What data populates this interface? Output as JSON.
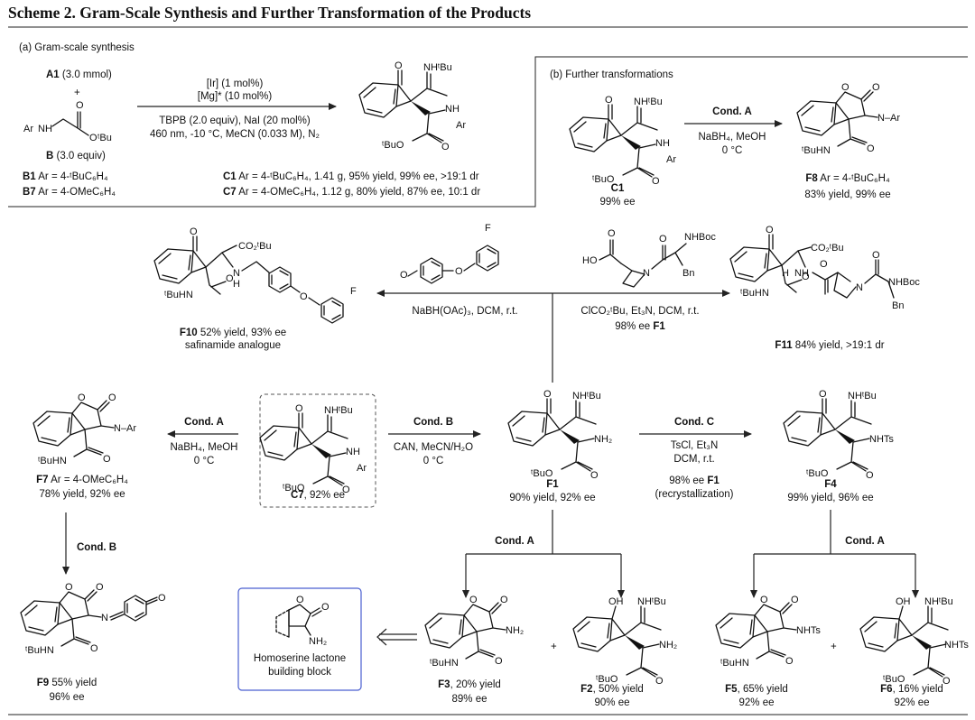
{
  "scheme_title": "Scheme 2. Gram-Scale Synthesis and Further Transformation of the Products",
  "panel_a": {
    "heading": "(a) Gram-scale synthesis",
    "reagent_A1": {
      "id": "A1",
      "amount": " (3.0 mmol)"
    },
    "plus": "+",
    "reagent_B": {
      "id": "B",
      "amount": " (3.0 equiv)"
    },
    "conditions_above": [
      "[Ir] (1 mol%)",
      "[Mg]* (10 mol%)"
    ],
    "conditions_below": [
      "TBPB (2.0 equiv), NaI (20 mol%)",
      "460 nm, -10 °C, MeCN (0.033 M), N₂"
    ],
    "substrates": [
      {
        "id": "B1",
        "text": " Ar = 4-ᵗBuC₆H₄"
      },
      {
        "id": "B7",
        "text": " Ar = 4-OMeC₆H₄"
      }
    ],
    "products": [
      {
        "id": "C1",
        "text": " Ar = 4-ᵗBuC₆H₄, 1.41 g, 95% yield, 99% ee, >19:1 dr"
      },
      {
        "id": "C7",
        "text": " Ar = 4-OMeC₆H₄, 1.12 g, 80% yield, 87% ee, 10:1 dr"
      }
    ]
  },
  "panel_b": {
    "heading": "(b) Further transformations",
    "start": {
      "id": "C1",
      "note": "99% ee"
    },
    "arrow": {
      "cond": "Cond. A",
      "lines": [
        "NaBH₄, MeOH",
        "0 °C"
      ]
    },
    "product": {
      "id": "F8",
      "text": " Ar = 4-ᵗBuC₆H₄",
      "yield": "83% yield, 99% ee"
    }
  },
  "labels": {
    "NHtBu": "NHᵗBu",
    "tBuO": "ᵗBuO",
    "tBuHN": "ᵗBuHN",
    "NH_Ar": "N–Ar",
    "NH": "NH",
    "H": "H",
    "N": "N",
    "Ar": "Ar",
    "O": "O",
    "F": "F",
    "HO": "HO",
    "OH": "OH",
    "NH2": "NH₂",
    "NHTs": "NHTs",
    "NHBoc": "NHBoc",
    "Bn": "Bn",
    "CO2tBu": "CO₂ᵗBu"
  },
  "reactions": {
    "reductive_amination": {
      "line1": "NaBH(OAc)₃, DCM, r.t."
    },
    "peptide_coupling": {
      "line1": "ClCO₂ᵗBu, Et₃N, DCM, r.t.",
      "line2_pre": "98% ee ",
      "line2_id": "F1"
    },
    "to_F7": {
      "cond": "Cond. A",
      "lines": [
        "NaBH₄, MeOH",
        "0 °C"
      ]
    },
    "to_F1": {
      "cond": "Cond. B",
      "lines": [
        "CAN, MeCN/H₂O",
        "0 °C"
      ]
    },
    "to_F4": {
      "cond": "Cond. C",
      "lines": [
        "TsCl, Et₃N",
        "DCM, r.t."
      ],
      "line3_pre": "98% ee ",
      "line3_id": "F1",
      "line4": "(recrystallization)"
    },
    "to_F9": {
      "cond": "Cond. B"
    },
    "F1_split": {
      "cond": "Cond. A"
    },
    "F4_split": {
      "cond": "Cond. A"
    }
  },
  "compounds": {
    "F10": {
      "id": "F10",
      "text": " 52% yield, 93% ee",
      "note": "safinamide analogue"
    },
    "F11": {
      "id": "F11",
      "text": " 84% yield, >19:1 dr"
    },
    "F7": {
      "id": "F7",
      "text": " Ar = 4-OMeC₆H₄",
      "yield": "78% yield, 92% ee"
    },
    "C7": {
      "id": "C7",
      "text": ", 92% ee"
    },
    "F1": {
      "id": "F1",
      "yield": "90% yield, 92% ee"
    },
    "F4": {
      "id": "F4",
      "yield": "99% yield, 96% ee"
    },
    "F9": {
      "id": "F9",
      "text": " 55% yield",
      "note": "96% ee"
    },
    "F3": {
      "id": "F3",
      "text": ", 20% yield",
      "note": "89% ee"
    },
    "F2": {
      "id": "F2",
      "text": ", 50% yield",
      "note": "90% ee"
    },
    "F5": {
      "id": "F5",
      "text": ", 65% yield",
      "note": "92% ee"
    },
    "F6": {
      "id": "F6",
      "text": ", 16% yield",
      "note": "92% ee"
    }
  },
  "homoserine_box": {
    "lines": [
      "Homoserine lactone",
      "building block"
    ]
  },
  "colors": {
    "ink": "#111111",
    "box_border": "#4a5fd0",
    "dashed_box": "#555555"
  }
}
